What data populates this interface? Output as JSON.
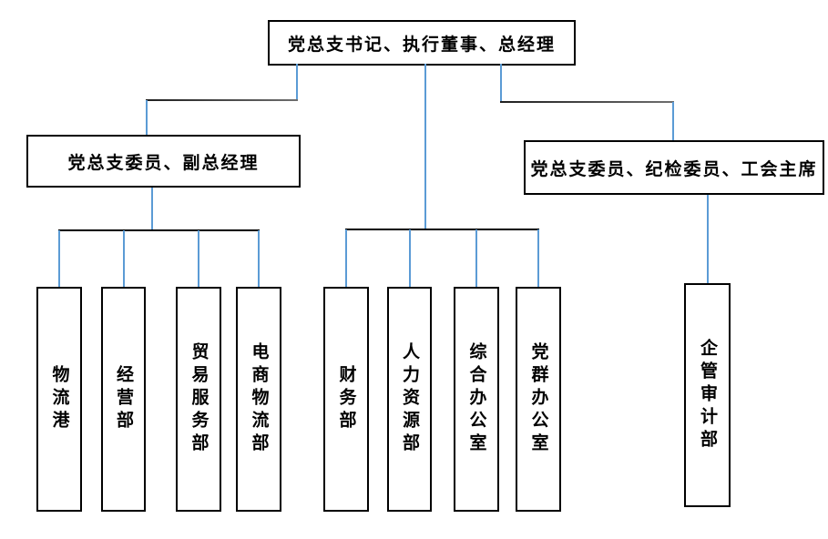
{
  "org": {
    "type": "org-chart",
    "root": {
      "label": "党总支书记、执行董事、总经理"
    },
    "deputy": {
      "label": "党总支委员、副总经理",
      "children": [
        "物流港",
        "经营部",
        "贸易服务部",
        "电商物流部"
      ]
    },
    "committee": {
      "label": "党总支委员、纪检委员、工会主席",
      "children": [
        "企管审计部"
      ]
    },
    "root_direct_children": [
      "财务部",
      "人力资源部",
      "综合办公室",
      "党群办公室"
    ],
    "departments": [
      {
        "label": "物流港"
      },
      {
        "label": "经营部"
      },
      {
        "label": "贸易服务部"
      },
      {
        "label": "电商物流部"
      },
      {
        "label": "财务部"
      },
      {
        "label": "人力资源部"
      },
      {
        "label": "综合办公室"
      },
      {
        "label": "党群办公室"
      },
      {
        "label": "企管审计部"
      }
    ]
  },
  "colors": {
    "connector_blue": "#5b9bd5",
    "connector_dark": "#3f3f3f",
    "connector_black": "#000000",
    "box_border": "#000000",
    "text": "#000000",
    "background": "#ffffff"
  }
}
